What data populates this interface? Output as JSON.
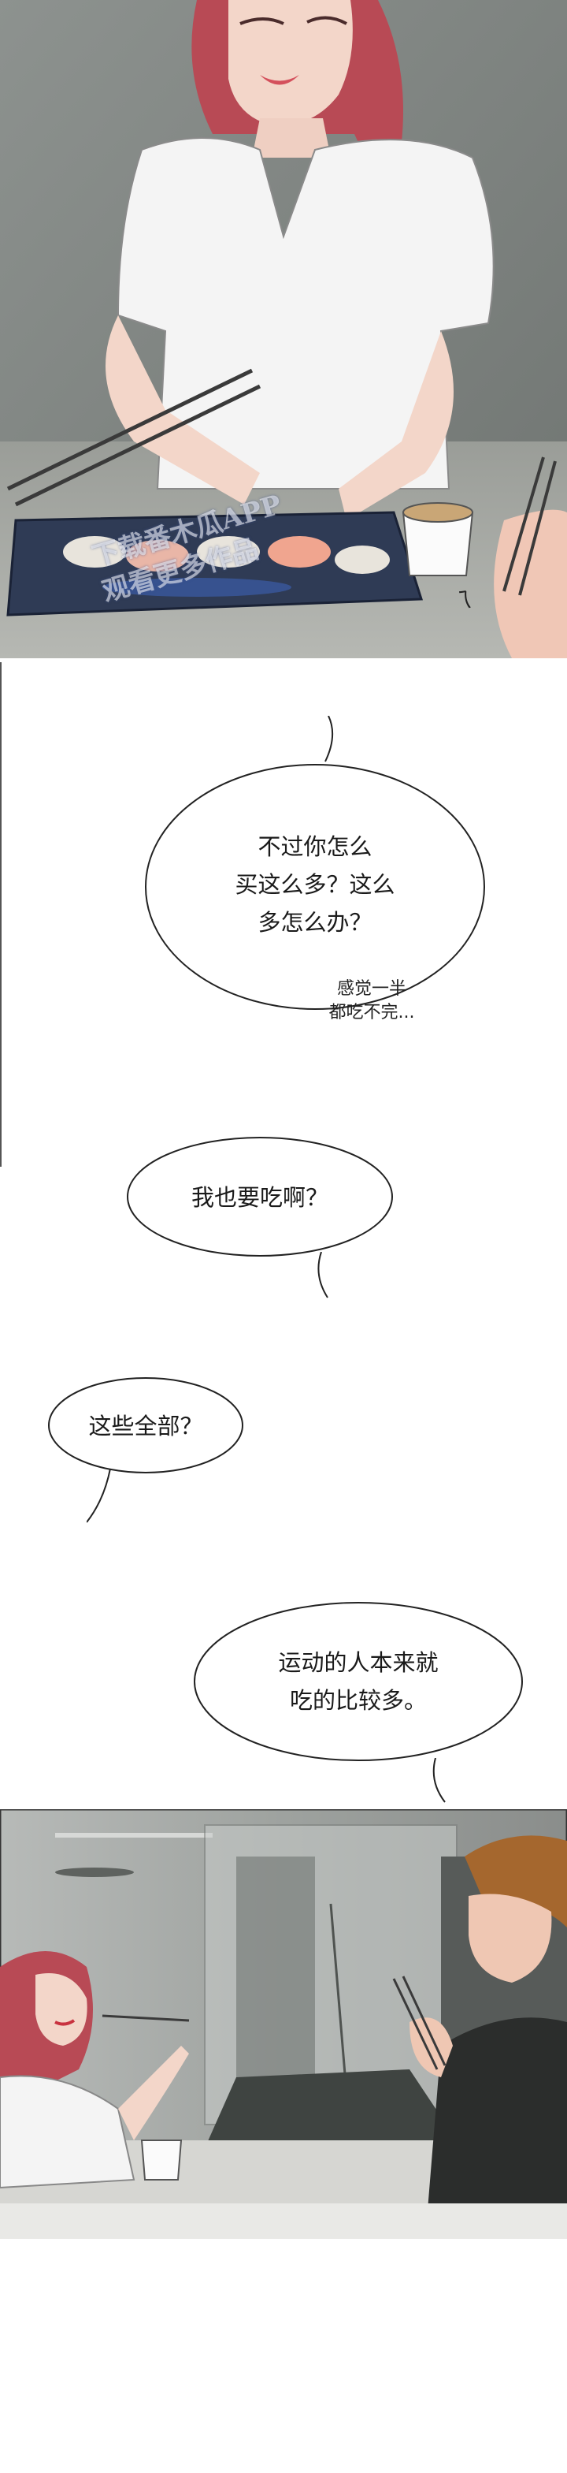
{
  "panels": [
    {
      "id": "panel-1",
      "desc": "woman-eating-sushi"
    },
    {
      "id": "panel-2",
      "desc": "couple-eating-in-room"
    }
  ],
  "watermark": {
    "text": "下载番木瓜APP\n观看更多作品"
  },
  "sfx": {
    "text": "ㄟ"
  },
  "dialogue": {
    "bubble_1": "不过你怎么\n买这么多？这么\n多怎么办？",
    "whisper_1": "感觉一半\n都吃不完...",
    "bubble_2": "我也要吃啊？",
    "bubble_3": "这些全部？",
    "bubble_4": "运动的人本来就\n吃的比较多。"
  },
  "colors": {
    "background": "#ffffff",
    "panel_gray": "#8a8f8c",
    "hair": "#b84a55",
    "skin": "#f3d6c9",
    "shirt": "#f4f4f4",
    "sushi_tray": "#2f3b55"
  }
}
